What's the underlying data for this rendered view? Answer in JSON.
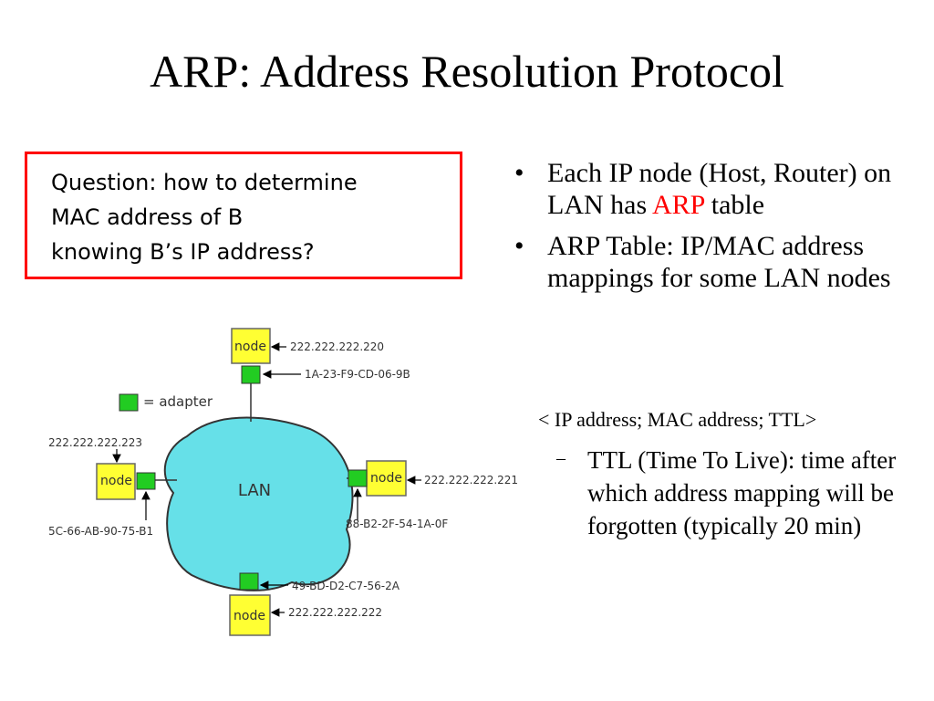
{
  "slide": {
    "title": "ARP: Address Resolution Protocol"
  },
  "question": {
    "text": "Question: how to determine\nMAC address of B\nknowing B’s IP address?"
  },
  "diagram": {
    "legend_label": "= adapter",
    "lan_label": "LAN",
    "node_label": "node",
    "nodes": [
      {
        "ip": "222.222.222.220",
        "mac": "1A-23-F9-CD-06-9B"
      },
      {
        "ip": "222.222.222.223",
        "mac": "5C-66-AB-90-75-B1"
      },
      {
        "ip": "222.222.222.221",
        "mac": "88-B2-2F-54-1A-0F"
      },
      {
        "ip": "222.222.222.222",
        "mac": "49-BD-D2-C7-56-2A"
      }
    ],
    "colors": {
      "node": "#ffff33",
      "adapter": "#22cc22",
      "lan": "#66e0e8"
    }
  },
  "bullets": [
    {
      "before": "Each IP node (Host, Router) on LAN has ",
      "highlight": "ARP",
      "after": " table"
    },
    {
      "text": "ARP Table: IP/MAC address mappings for some LAN nodes"
    }
  ],
  "table_format": "< IP address; MAC address; TTL>",
  "ttl": {
    "dash": "–",
    "text": " TTL (Time To Live): time after which address mapping will be forgotten (typically 20 min)"
  },
  "colors": {
    "box_border": "#ff0000",
    "highlight": "#ff0000"
  }
}
